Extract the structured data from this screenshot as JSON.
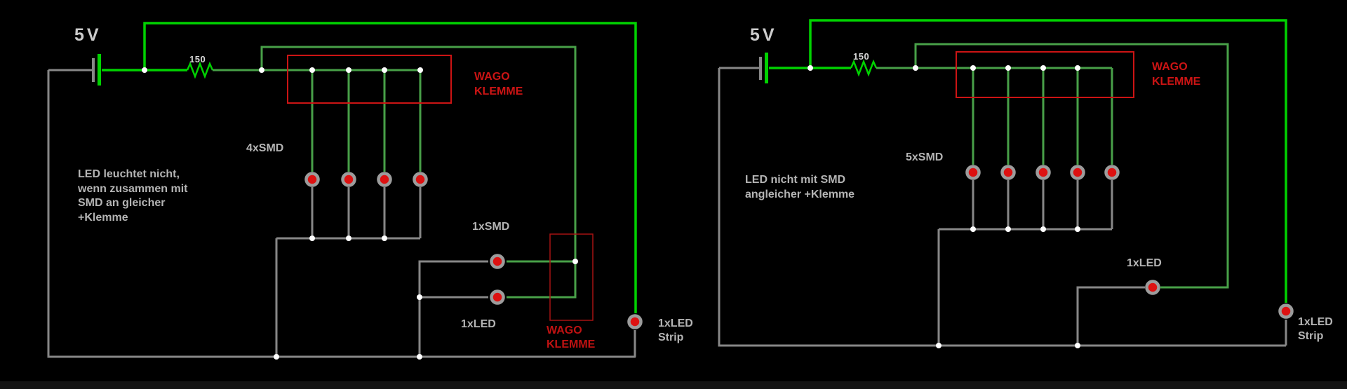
{
  "diagram_type": "circuit-schematic",
  "colors": {
    "background": "#000000",
    "positive_wire_green": "#00d200",
    "secondary_wire_green": "#48a048",
    "ground_wire_gray": "#878787",
    "junction_dot": "#ffffff",
    "led_fill_red": "#dd1111",
    "led_ring_gray": "#9c9c9c",
    "wago_box_red": "#cc1414",
    "label_gray": "#b4b4b4",
    "voltage_text": "#cccccc"
  },
  "left": {
    "voltage": "5V",
    "resistor_value": "150",
    "smd_row_label": "4xSMD",
    "wago_top": [
      "WAGO",
      "KLEMME"
    ],
    "note_lines": [
      "LED leuchtet nicht,",
      "wenn zusammen mit",
      "SMD an gleicher",
      "+Klemme"
    ],
    "smd_single_label": "1xSMD",
    "led_single_label": "1xLED",
    "wago_bottom": [
      "WAGO",
      "KLEMME"
    ],
    "strip_label": [
      "1xLED",
      "Strip"
    ]
  },
  "right": {
    "voltage": "5V",
    "resistor_value": "150",
    "smd_row_label": "5xSMD",
    "wago_top": [
      "WAGO",
      "KLEMME"
    ],
    "note_lines": [
      "LED nicht mit SMD",
      "angleicher +Klemme"
    ],
    "led_single_label": "1xLED",
    "strip_label": [
      "1xLED",
      "Strip"
    ]
  }
}
